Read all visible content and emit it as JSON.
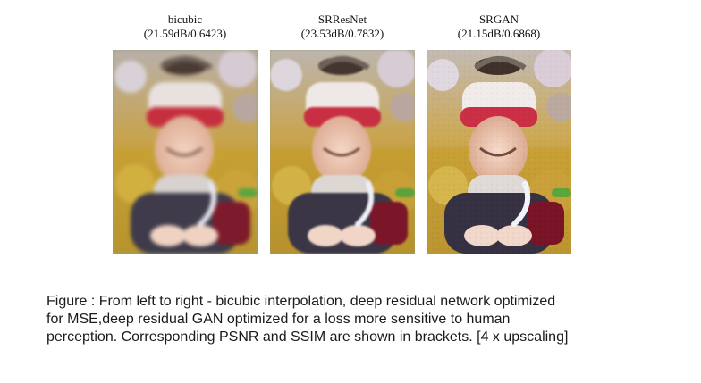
{
  "panels": [
    {
      "title": "bicubic",
      "metrics": "(21.59dB/0.6423)"
    },
    {
      "title": "SRResNet",
      "metrics": "(23.53dB/0.7832)"
    },
    {
      "title": "SRGAN",
      "metrics": "(21.15dB/0.6868)"
    }
  ],
  "caption": {
    "line1": "Figure : From left to right - bicubic interpolation, deep residual network optimized",
    "line2": "for MSE,deep residual GAN optimized for a loss more sensitive to human",
    "line3": "perception. Corresponding PSNR and SSIM are shown in brackets. [4 x upscaling]"
  }
}
